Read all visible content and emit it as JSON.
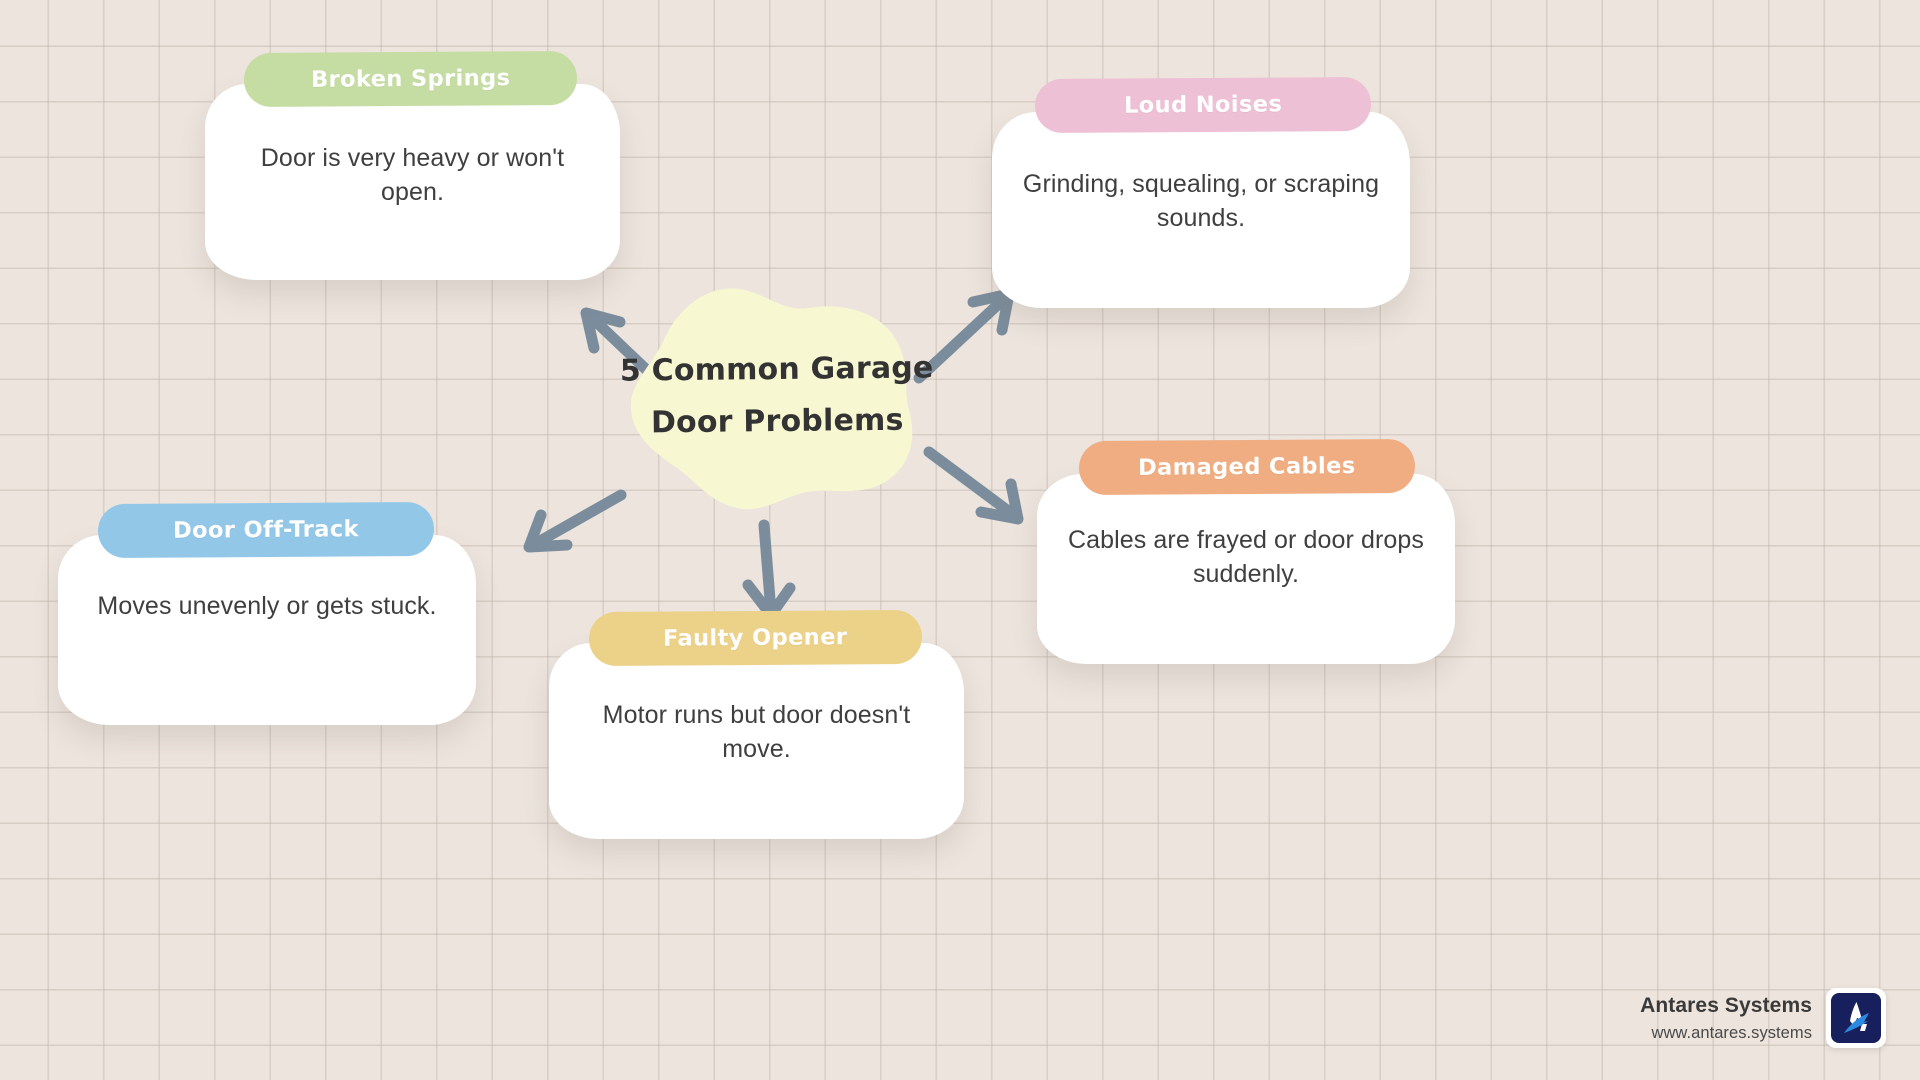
{
  "background": {
    "color": "#ece4dd",
    "grid_line_color": "#b7aca0"
  },
  "center": {
    "title_line1": "5 Common Garage",
    "title_line2": "Door Problems",
    "blob_color": "#f7f7d2",
    "text_color": "#333333"
  },
  "cards": [
    {
      "id": "springs",
      "heading": "Broken Springs",
      "body": "Door is very heavy or won't open.",
      "accent": "#c5dda3",
      "position": "top-left"
    },
    {
      "id": "noises",
      "heading": "Loud Noises",
      "body": "Grinding, squealing, or scraping sounds.",
      "accent": "#eec0d5",
      "position": "top-right"
    },
    {
      "id": "cables",
      "heading": "Damaged Cables",
      "body": "Cables are frayed or door drops suddenly.",
      "accent": "#f0ad82",
      "position": "middle-right"
    },
    {
      "id": "offtrack",
      "heading": "Door Off-Track",
      "body": "Moves unevenly or gets stuck.",
      "accent": "#93c7e8",
      "position": "bottom-left"
    },
    {
      "id": "opener",
      "heading": "Faulty Opener",
      "body": "Motor runs but door doesn't move.",
      "accent": "#ecd189",
      "position": "bottom-center"
    }
  ],
  "arrows": {
    "color": "#7b8d9c",
    "directions": [
      "up-left",
      "up-right",
      "down-right",
      "down-left",
      "down"
    ]
  },
  "branding": {
    "name": "Antares Systems",
    "url": "www.antares.systems",
    "logo_background": "#17205c",
    "logo_accent": "#2b8ae0"
  }
}
